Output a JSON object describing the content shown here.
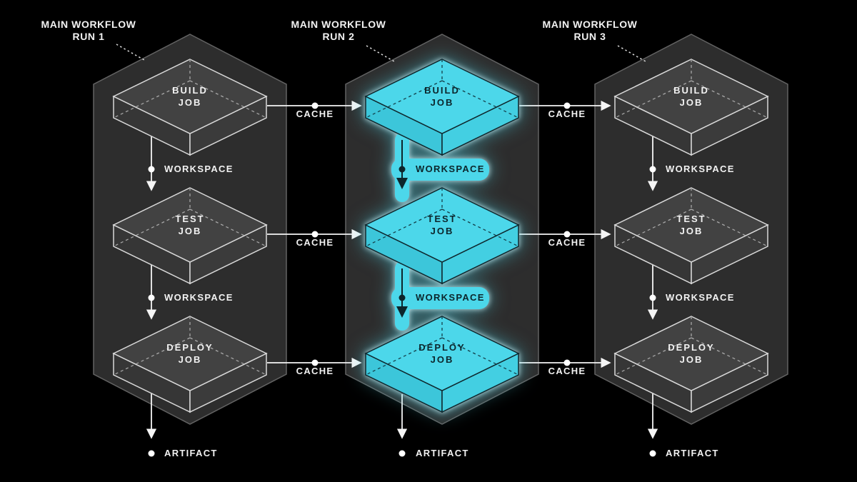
{
  "diagram": {
    "background": "#000000",
    "accent_cyan": "#4cd7ea",
    "container_fill": "#2d2d2d",
    "labels": {
      "cache": "CACHE",
      "workspace": "WORKSPACE",
      "artifact": "ARTIFACT"
    },
    "runs": [
      {
        "title": {
          "line1": "MAIN WORKFLOW",
          "line2": "RUN 1"
        },
        "highlighted": false,
        "jobs": [
          {
            "line1": "BUILD",
            "line2": "JOB"
          },
          {
            "line1": "TEST",
            "line2": "JOB"
          },
          {
            "line1": "DEPLOY",
            "line2": "JOB"
          }
        ]
      },
      {
        "title": {
          "line1": "MAIN WORKFLOW",
          "line2": "RUN 2"
        },
        "highlighted": true,
        "jobs": [
          {
            "line1": "BUILD",
            "line2": "JOB"
          },
          {
            "line1": "TEST",
            "line2": "JOB"
          },
          {
            "line1": "DEPLOY",
            "line2": "JOB"
          }
        ]
      },
      {
        "title": {
          "line1": "MAIN WORKFLOW",
          "line2": "RUN 3"
        },
        "highlighted": false,
        "jobs": [
          {
            "line1": "BUILD",
            "line2": "JOB"
          },
          {
            "line1": "TEST",
            "line2": "JOB"
          },
          {
            "line1": "DEPLOY",
            "line2": "JOB"
          }
        ]
      }
    ]
  }
}
